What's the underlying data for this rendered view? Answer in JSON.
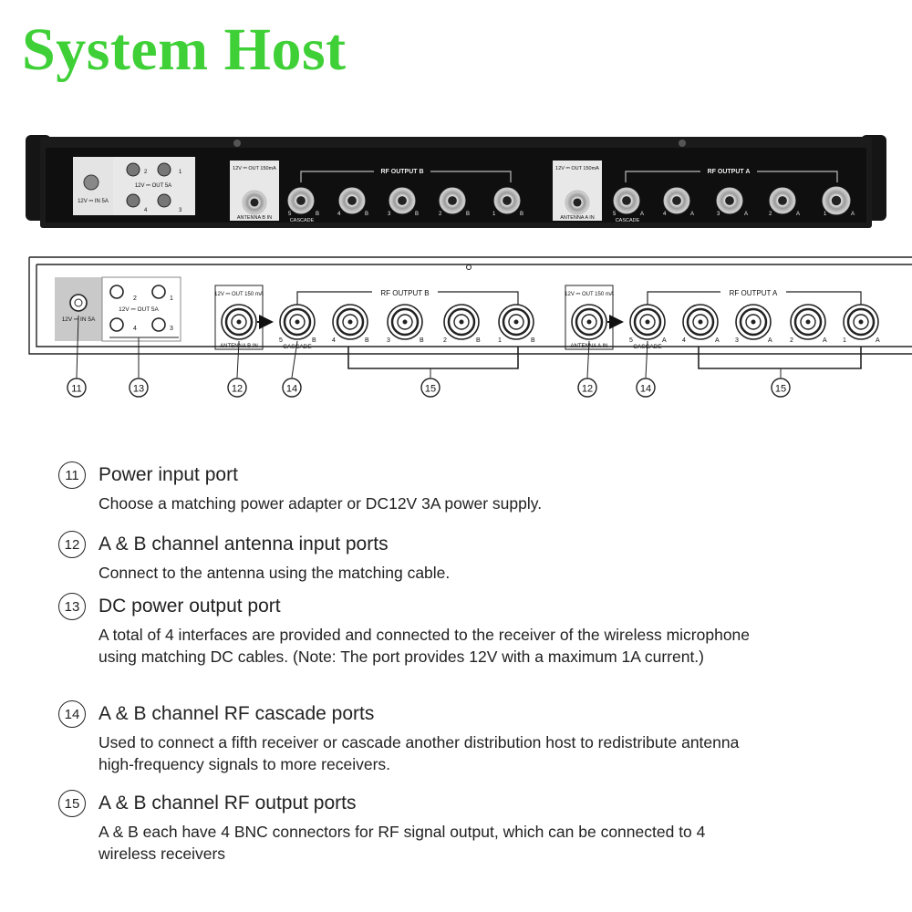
{
  "page_title": "System Host",
  "photo": {
    "power_in": "12V ⎓ IN 5A",
    "dc_out": "12V ⎓ OUT 5A",
    "dc_ports": [
      "1",
      "2",
      "3",
      "4"
    ],
    "antenna_out_label": "12V ⎓ OUT 150mA",
    "antenna_b_in": "ANTENNA B IN",
    "antenna_a_in": "ANTENNA A IN",
    "rf_output_b": "RF OUTPUT B",
    "rf_output_a": "RF OUTPUT A",
    "cascade": "CASCADE",
    "port_numbers": [
      "5",
      "4",
      "3",
      "2",
      "1"
    ],
    "channel_b": "B",
    "channel_a": "A"
  },
  "drawing": {
    "power_in": "12V ⎓ IN 5A",
    "dc_out": "12V ⎓ OUT 5A",
    "antenna_out_label": "12V ⎓ OUT 150 mA",
    "antenna_b_in": "ANTENNA B IN",
    "antenna_a_in": "ANTENNA A IN",
    "rf_output_b": "RF OUTPUT B",
    "rf_output_a": "RF OUTPUT A",
    "cascade": "CASCADE",
    "callouts": [
      "11",
      "13",
      "12",
      "14",
      "15",
      "12",
      "14",
      "15"
    ]
  },
  "items": [
    {
      "num": "11",
      "title": "Power input port",
      "desc": "Choose a matching power adapter or DC12V 3A power supply."
    },
    {
      "num": "12",
      "title": "A & B channel antenna input ports",
      "desc": "Connect to the antenna using the matching cable."
    },
    {
      "num": "13",
      "title": "DC power output port",
      "desc": "A total of 4 interfaces are provided and connected to the receiver of the wireless microphone using matching DC cables. (Note: The port provides 12V with a maximum 1A current.)"
    },
    {
      "num": "14",
      "title": "A & B channel RF cascade ports",
      "desc": "Used to connect a fifth receiver or cascade another distribution host to redistribute antenna high-frequency signals to more receivers."
    },
    {
      "num": "15",
      "title": "A & B channel RF output ports",
      "desc": "A & B each have 4 BNC connectors for RF signal output, which can be connected to 4 wireless receivers"
    }
  ]
}
